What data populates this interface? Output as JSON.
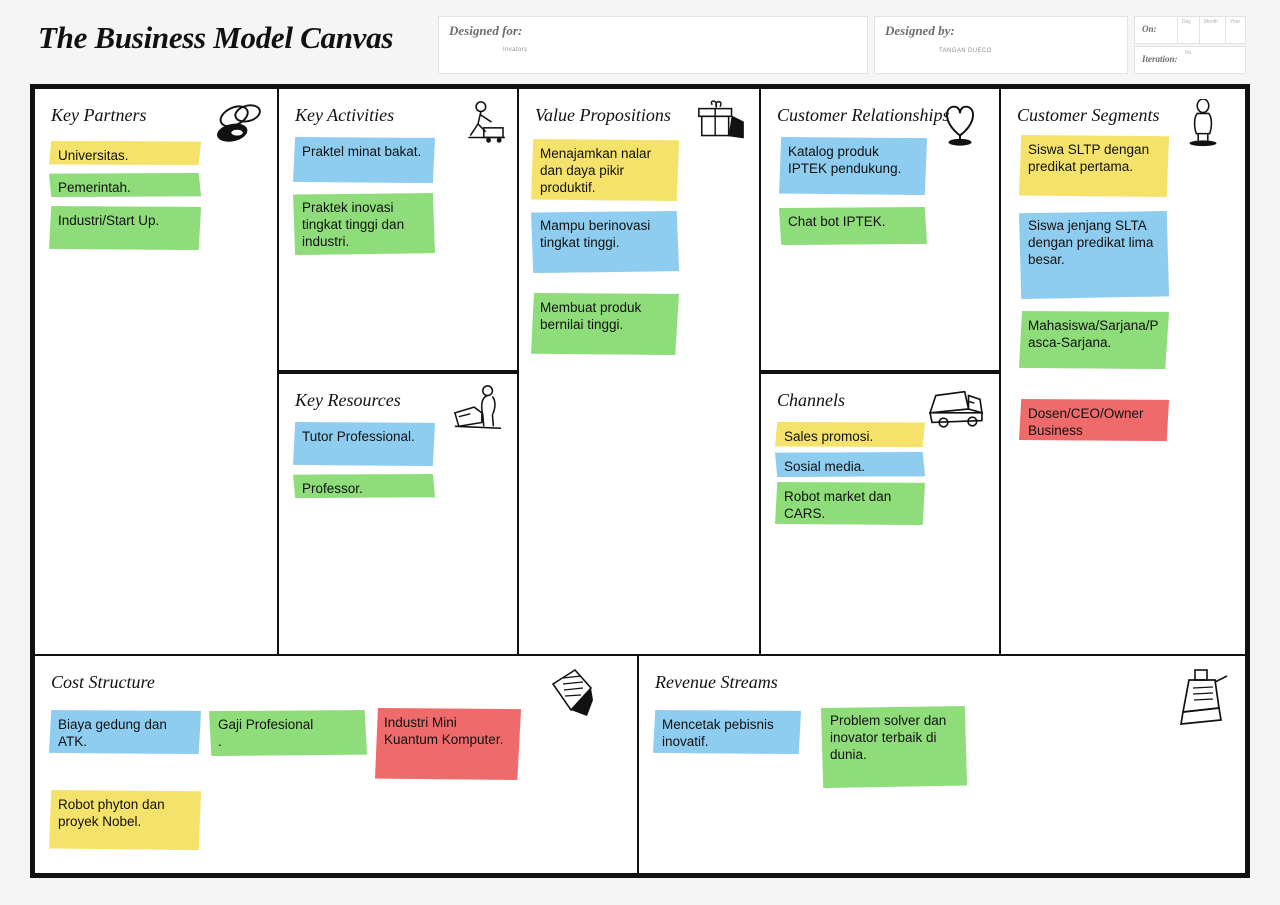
{
  "header": {
    "title": "The Business Model Canvas",
    "designed_for_label": "Designed for:",
    "designed_for_value": "Invators",
    "designed_by_label": "Designed by:",
    "designed_by_value": "TANGAN DUECO",
    "on_label": "On:",
    "on_day": "Day",
    "on_month": "Month",
    "on_year": "Year",
    "iteration_label": "Iteration:",
    "iteration_value": "No."
  },
  "colors": {
    "yellow": "#f5e26b",
    "green": "#8edd7a",
    "blue": "#8ecdf0",
    "red": "#ef6b6b",
    "frame": "#111111",
    "page_bg": "#f5f5f5"
  },
  "blocks": {
    "key_partners": {
      "title": "Key Partners",
      "icon": "chain-links-icon",
      "notes": [
        {
          "text": "Universitas.",
          "color": "yellow"
        },
        {
          "text": "Pemerintah.",
          "color": "green"
        },
        {
          "text": "Industri/Start Up.",
          "color": "green"
        }
      ]
    },
    "key_activities": {
      "title": "Key Activities",
      "icon": "worker-gears-icon",
      "notes": [
        {
          "text": "Praktel minat bakat.",
          "color": "blue"
        },
        {
          "text": "Praktek inovasi tingkat tinggi dan industri.",
          "color": "green"
        }
      ]
    },
    "key_resources": {
      "title": "Key Resources",
      "icon": "person-machine-icon",
      "notes": [
        {
          "text": "Tutor Professional.",
          "color": "blue"
        },
        {
          "text": "Professor.",
          "color": "green"
        }
      ]
    },
    "value_propositions": {
      "title": "Value Propositions",
      "icon": "gift-box-icon",
      "notes": [
        {
          "text": "Menajamkan nalar dan daya pikir produktif.",
          "color": "yellow"
        },
        {
          "text": "Mampu berinovasi tingkat tinggi.",
          "color": "blue"
        },
        {
          "text": "Membuat produk bernilai tinggi.",
          "color": "green"
        }
      ]
    },
    "customer_relationships": {
      "title": "Customer Relationships",
      "icon": "heart-icon",
      "notes": [
        {
          "text": "Katalog produk IPTEK pendukung.",
          "color": "blue"
        },
        {
          "text": "Chat bot IPTEK.",
          "color": "green"
        }
      ]
    },
    "channels": {
      "title": "Channels",
      "icon": "delivery-truck-icon",
      "notes": [
        {
          "text": "Sales promosi.",
          "color": "yellow"
        },
        {
          "text": "Sosial media.",
          "color": "blue"
        },
        {
          "text": "Robot market dan CARS.",
          "color": "green"
        }
      ]
    },
    "customer_segments": {
      "title": "Customer Segments",
      "icon": "standing-person-icon",
      "notes": [
        {
          "text": "Siswa SLTP dengan predikat pertama.",
          "color": "yellow"
        },
        {
          "text": "Siswa jenjang SLTA dengan predikat lima besar.",
          "color": "blue"
        },
        {
          "text": "Mahasiswa/Sarjana/Pasca-Sarjana.",
          "color": "green"
        },
        {
          "text": "Dosen/CEO/Owner Business",
          "color": "red"
        }
      ]
    },
    "cost_structure": {
      "title": "Cost Structure",
      "icon": "invoice-papers-icon",
      "notes": [
        {
          "text": "Biaya gedung dan ATK.",
          "color": "blue"
        },
        {
          "text": "Gaji Profesional\n.",
          "color": "green"
        },
        {
          "text": "Industri Mini Kuantum Komputer.",
          "color": "red"
        },
        {
          "text": "Robot phyton dan proyek Nobel.",
          "color": "yellow"
        }
      ]
    },
    "revenue_streams": {
      "title": "Revenue Streams",
      "icon": "cash-register-icon",
      "notes": [
        {
          "text": "Mencetak pebisnis inovatif.",
          "color": "blue"
        },
        {
          "text": "Problem solver dan inovator terbaik di dunia.",
          "color": "green"
        }
      ]
    }
  }
}
